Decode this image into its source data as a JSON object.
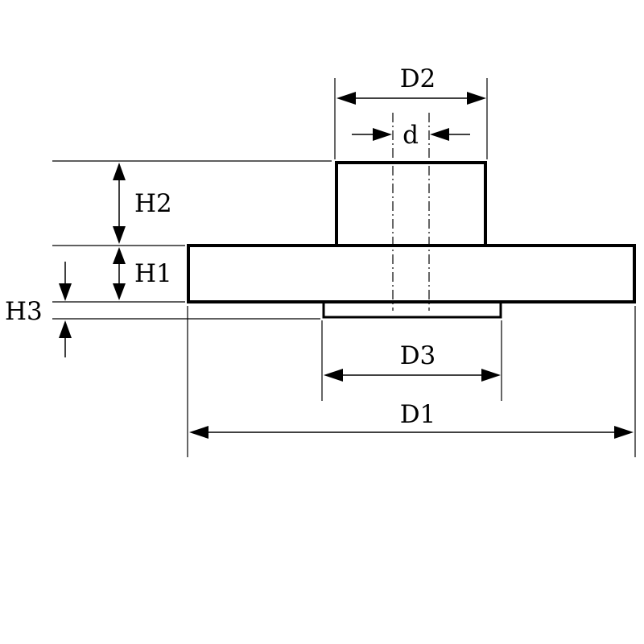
{
  "labels": {
    "D2": "D2",
    "d": "d",
    "H2": "H2",
    "H1": "H1",
    "H3": "H3",
    "D3": "D3",
    "D1": "D1"
  }
}
